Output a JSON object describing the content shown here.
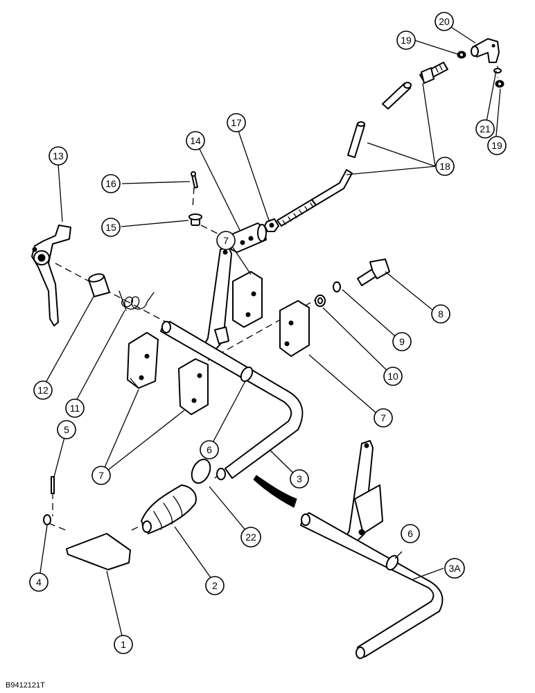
{
  "figure_id": "B9412121T",
  "callouts": {
    "c1": "1",
    "c2": "2",
    "c3": "3",
    "c3a": "3A",
    "c4": "4",
    "c5": "5",
    "c6a": "6",
    "c6b": "6",
    "c7a": "7",
    "c7b": "7",
    "c7c": "7",
    "c8": "8",
    "c9": "9",
    "c10": "10",
    "c11": "11",
    "c12": "12",
    "c13": "13",
    "c14": "14",
    "c15": "15",
    "c16": "16",
    "c17": "17",
    "c18": "18",
    "c19a": "19",
    "c19b": "19",
    "c20": "20",
    "c21": "21",
    "c22": "22"
  }
}
